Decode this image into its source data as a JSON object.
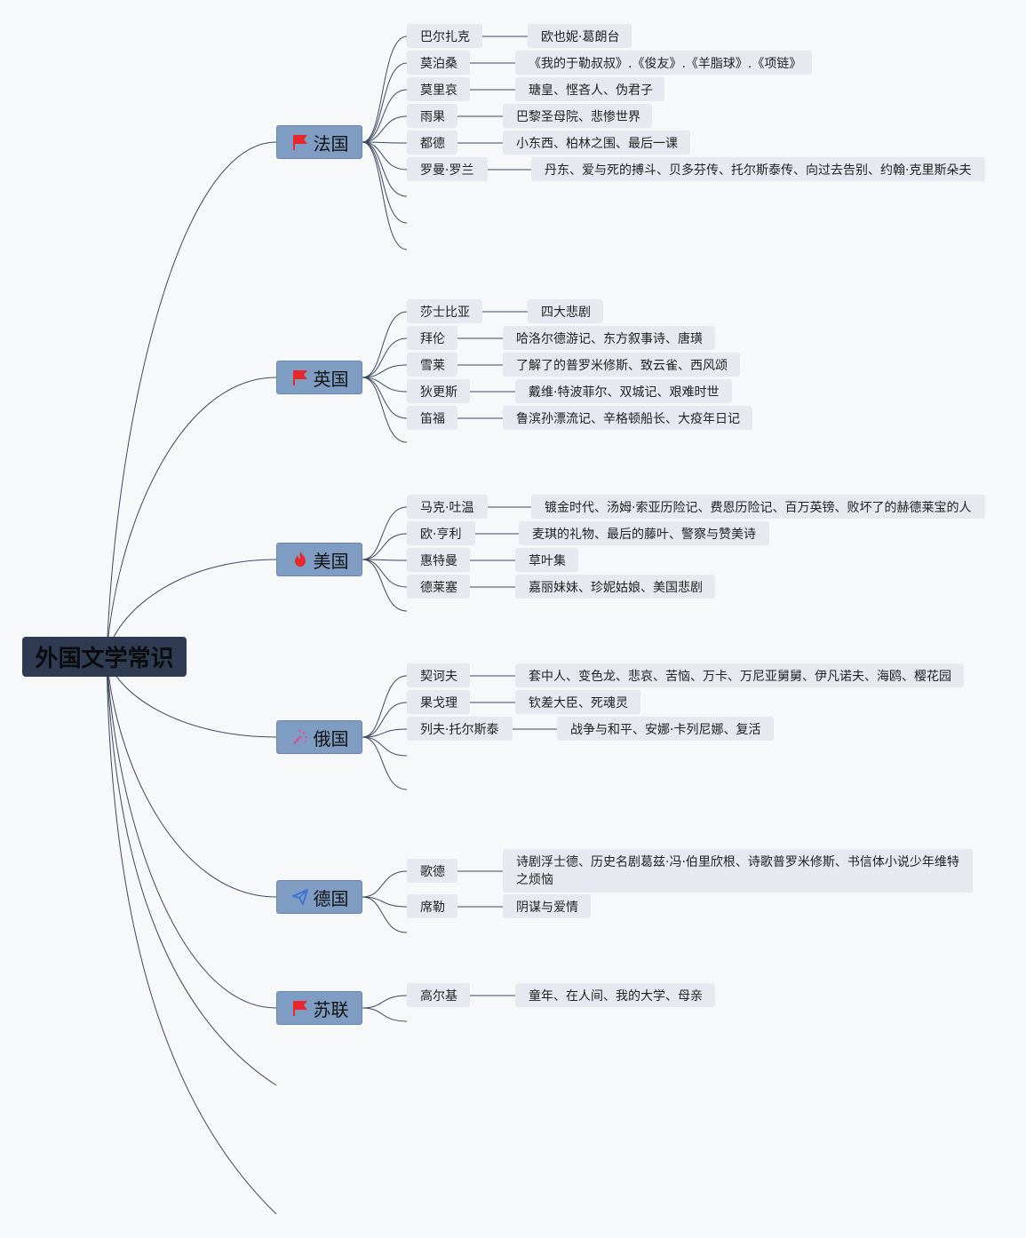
{
  "root": {
    "label": "外国文学常识"
  },
  "colors": {
    "root_bg": "#2e3b52",
    "country_bg": "#7f9cc2",
    "node_bg": "#e6e9f0",
    "link": "#3d4a5e",
    "flag": "#e8262b",
    "fire": "#e8262b",
    "wand": "#e64a8a",
    "plane": "#3b6fd9"
  },
  "countries": [
    {
      "name": "法国",
      "icon": "flag-icon",
      "authors": [
        {
          "name": "巴尔扎克",
          "works": "欧也妮·葛朗台"
        },
        {
          "name": "莫泊桑",
          "works": "《我的于勒叔叔》.《俊友》.《羊脂球》.《项链》"
        },
        {
          "name": "莫里哀",
          "works": "瑭皇、悭吝人、伪君子"
        },
        {
          "name": "雨果",
          "works": "巴黎圣母院、悲惨世界"
        },
        {
          "name": "都德",
          "works": "小东西、柏林之围、最后一课"
        },
        {
          "name": "罗曼·罗兰",
          "works": "丹东、爱与死的搏斗、贝多芬传、托尔斯泰传、向过去告别、约翰·克里斯朵夫"
        }
      ]
    },
    {
      "name": "英国",
      "icon": "flag-icon",
      "authors": [
        {
          "name": "莎士比亚",
          "works": "四大悲剧"
        },
        {
          "name": "拜伦",
          "works": "哈洛尔德游记、东方叙事诗、唐璜"
        },
        {
          "name": "雪莱",
          "works": "了解了的普罗米修斯、致云雀、西风颂"
        },
        {
          "name": "狄更斯",
          "works": "戴维·特波菲尔、双城记、艰难时世"
        },
        {
          "name": "笛福",
          "works": "鲁滨孙漂流记、辛格顿船长、大疫年日记"
        }
      ]
    },
    {
      "name": "美国",
      "icon": "fire-icon",
      "authors": [
        {
          "name": "马克·吐温",
          "works": "镀金时代、汤姆·索亚历险记、费恩历险记、百万英镑、败坏了的赫德莱宝的人"
        },
        {
          "name": "欧·亨利",
          "works": "麦琪的礼物、最后的藤叶、警察与赞美诗"
        },
        {
          "name": "惠特曼",
          "works": "草叶集"
        },
        {
          "name": "德莱塞",
          "works": "嘉丽妹妹、珍妮姑娘、美国悲剧"
        }
      ]
    },
    {
      "name": "俄国",
      "icon": "magic-wand-icon",
      "authors": [
        {
          "name": "契诃夫",
          "works": "套中人、变色龙、悲哀、苦恼、万卡、万尼亚舅舅、伊凡诺夫、海鸥、樱花园"
        },
        {
          "name": "果戈理",
          "works": "钦差大臣、死魂灵"
        },
        {
          "name": "列夫·托尔斯泰",
          "works": "战争与和平、安娜·卡列尼娜、复活"
        }
      ]
    },
    {
      "name": "德国",
      "icon": "paper-plane-icon",
      "authors": [
        {
          "name": "歌德",
          "works": "诗剧浮士德、历史名剧葛兹·冯·伯里欣根、诗歌普罗米修斯、书信体小说少年维特之烦恼"
        },
        {
          "name": "席勒",
          "works": "阴谋与爱情"
        }
      ]
    },
    {
      "name": "苏联",
      "icon": "flag-icon",
      "authors": [
        {
          "name": "高尔基",
          "works": "童年、在人间、我的大学、母亲"
        }
      ]
    }
  ]
}
